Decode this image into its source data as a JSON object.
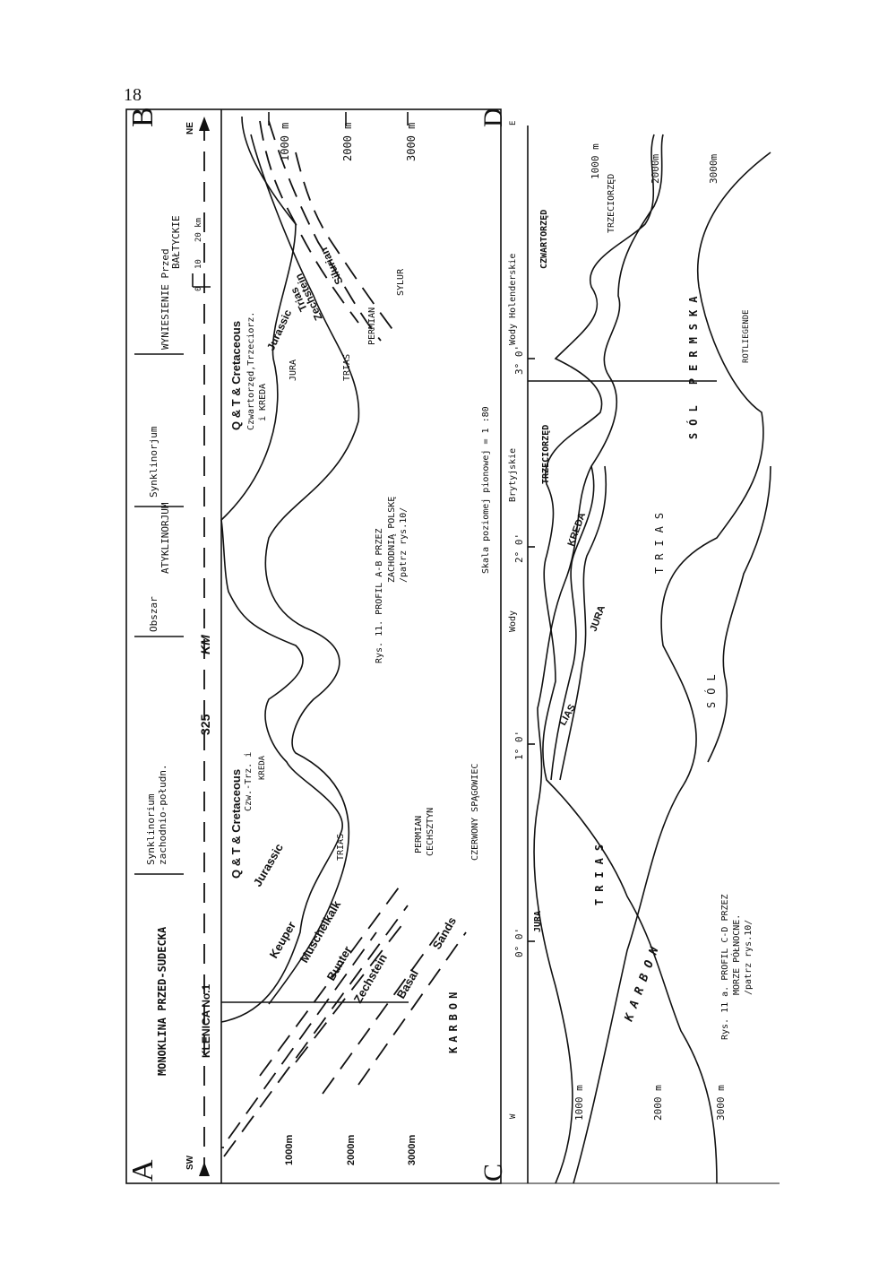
{
  "page_number": "18",
  "profile_ab": {
    "corner_a": "A",
    "corner_b": "B",
    "sw": "SW",
    "ne": "NE",
    "regions": [
      "MONOKLINA PRZED-SUDECKA",
      "Synklinorium",
      "zachodnio-połudn.",
      "Obszar",
      "ATYKLINORJUM",
      "Synklinorjum",
      "WYNIESIENIE Przed",
      "BAŁTYCKIE"
    ],
    "well": "KLENICA No.1",
    "distance": "325",
    "distance_unit": "KM",
    "scale_bar": [
      "0",
      "10",
      "20 km"
    ],
    "depths_left": [
      "1000m",
      "2000m",
      "3000m"
    ],
    "depths_right": [
      "1000 m",
      "2000 m",
      "3000 m"
    ],
    "units_left": [
      "Q & T & Cretaceous",
      "Czw.-Trz. i",
      "KREDA",
      "Jurassic",
      "TRIAS",
      "Keuper",
      "Muschelkalk",
      "Bunter",
      "Zechstein",
      "PERMIAN",
      "CECHSZTYN",
      "Basal",
      "Sands",
      "KARBON",
      "CZERWONY SPĄGOWIEC"
    ],
    "units_right": [
      "Q & T & Cretaceous",
      "Czwartorzęd,Trzeciorz.",
      "i KREDA",
      "Jurassic",
      "JURA",
      "Trias",
      "TRIAS",
      "Zechstein",
      "Silurian",
      "PERMIAN",
      "SYLUR"
    ],
    "caption": [
      "Rys. 11. PROFIL A-B PRZEZ",
      "ZACHODNIĄ POLSKĘ",
      "/patrz rys.10/"
    ],
    "scale_note": "Skala poziomej pionowej = 1 :80"
  },
  "profile_cd": {
    "corner_c": "C",
    "corner_d": "D",
    "w": "W",
    "e": "E",
    "longitudes": [
      "0° 0'",
      "1° 0'",
      "2° 0'",
      "3° 0'"
    ],
    "waters": [
      "Wody",
      "Brytyjskie",
      "Wody Holenderskie"
    ],
    "depths_left": [
      "1000 m",
      "2000 m",
      "3000 m"
    ],
    "depths_right": [
      "1000 m",
      "2000m",
      "3000m"
    ],
    "units": [
      "CZWARTORZĘD",
      "TRZECIORZĘD",
      "TRZECIORZĘD",
      "KREDA",
      "JURA",
      "LIAS",
      "TRIAS",
      "SÓL PERMSKA",
      "SÓL",
      "ROTLIEGENDE",
      "JURA",
      "TRIAS",
      "KARBON"
    ],
    "caption": [
      "Rys. 11 a. PROFIL C-D PRZEZ",
      "MORZE PÓŁNOCNE.",
      "/patrz rys.10/"
    ]
  }
}
